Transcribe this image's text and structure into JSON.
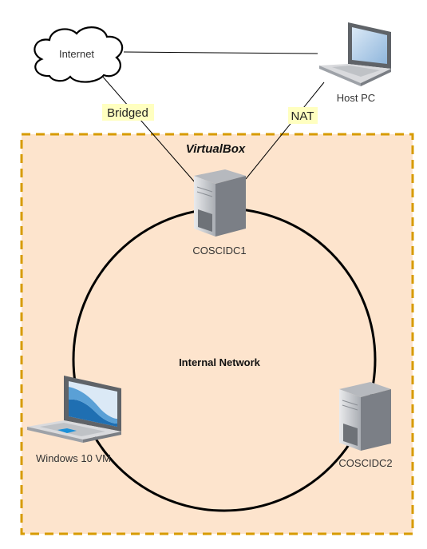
{
  "labels": {
    "internet": "Internet",
    "host_pc": "Host PC",
    "bridged": "Bridged",
    "nat": "NAT",
    "virtualbox": "VirtualBox",
    "coscidc1": "COSCIDC1",
    "coscidc2": "COSCIDC2",
    "internal_network": "Internal Network",
    "windows_vm": "Windows 10 VM"
  },
  "colors": {
    "virtualbox_fill": "#fde4cd",
    "virtualbox_border": "#d79b00",
    "label_highlight": "#ffffc0",
    "line": "#000000"
  },
  "icons": {
    "internet": "cloud-icon",
    "host_pc": "laptop-icon",
    "coscidc1": "server-icon",
    "coscidc2": "server-icon",
    "windows_vm": "laptop-icon"
  }
}
